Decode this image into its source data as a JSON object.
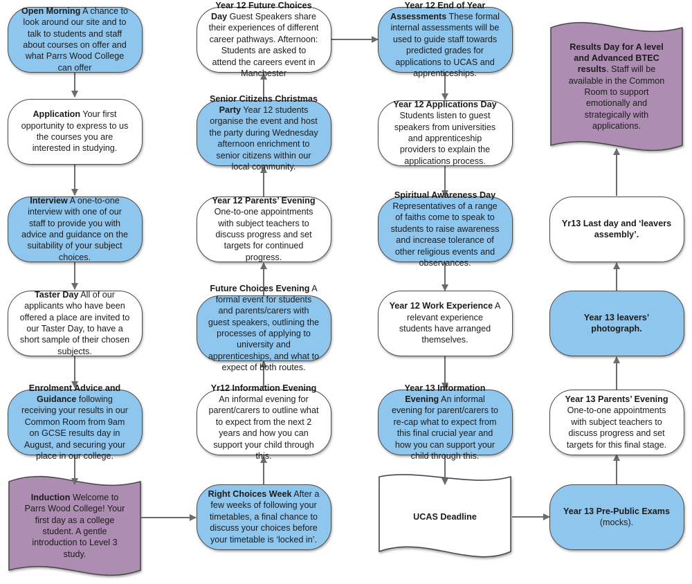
{
  "colors": {
    "blue": "#8fc6ee",
    "purple": "#ad8db2",
    "white": "#ffffff",
    "stroke": "#4a4a4a",
    "arrow": "#6b6b6b"
  },
  "nodes": [
    {
      "id": "open-morning",
      "title": "Open Morning",
      "text": "A chance to look around our site and to talk to students and staff about courses on offer and what Parrs Wood College can offer"
    },
    {
      "id": "application",
      "title": "Application",
      "text": "Your first opportunity to express to us the courses you are interested in studying."
    },
    {
      "id": "interview",
      "title": "Interview",
      "text": "A one-to-one interview with one of our staff to provide you with advice and guidance on the suitability of your subject choices."
    },
    {
      "id": "taster-day",
      "title": "Taster Day",
      "text": "All of our applicants who have been offered a place are invited to our Taster Day, to have a short sample of their chosen subjects."
    },
    {
      "id": "enrolment",
      "title": "Enrolment Advice and Guidance",
      "text": "following receiving your results in our Common Room from 9am on GCSE results day in August, and securing your place in our college."
    },
    {
      "id": "induction",
      "title": "Induction",
      "text": "Welcome to Parrs Wood College! Your first day as a college student. A gentle introduction to Level 3 study."
    },
    {
      "id": "right-choices-week",
      "title": "Right Choices Week",
      "text": "After a few weeks of following your timetables, a final chance to discuss your choices before your timetable is ‘locked in’."
    },
    {
      "id": "yr12-information-evening",
      "title": "Yr12 Information Evening",
      "text": "An informal evening for parent/carers to outline what to expect from the next 2 years and how you can support your child through this."
    },
    {
      "id": "future-choices-evening",
      "title": "Future Choices Evening",
      "text": "A formal event for students and parents/carers with guest speakers, outlining the processes of applying to university and apprenticeships, and what to expect of both routes."
    },
    {
      "id": "yr12-parents-evening",
      "title": "Year 12 Parents’ Evening",
      "text": "One-to-one appointments with subject teachers to discuss progress and set targets for continued progress."
    },
    {
      "id": "senior-citizens-party",
      "title": "Senior Citizens Christmas Party",
      "text": "Year 12 students organise the event and host the party during Wednesday afternoon enrichment to senior citizens within our local community."
    },
    {
      "id": "yr12-future-choices-day",
      "title": "Year 12 Future Choices Day",
      "text": "Guest Speakers share their experiences of different career pathways.  Afternoon: Students are asked to attend the careers event in Manchester"
    },
    {
      "id": "yr12-end-of-year-assessments",
      "title": "Year 12 End of Year Assessments",
      "text": "These formal internal assessments will be used to guide staff towards predicted grades for applications to UCAS and apprenticeships."
    },
    {
      "id": "yr12-applications-day",
      "title": "Year 12 Applications Day",
      "text": "Students listen to guest speakers from universities and apprenticeship providers to explain the applications process."
    },
    {
      "id": "spiritual-awareness-day",
      "title": "Spiritual Awareness Day",
      "text": "Representatives of a range of faiths come to speak to students to raise awareness and increase tolerance of other religious events and observances."
    },
    {
      "id": "yr12-work-experience",
      "title": "Year 12 Work Experience",
      "text": "A relevant experience students have arranged themselves."
    },
    {
      "id": "yr13-information-evening",
      "title": "Year 13 Information Evening",
      "text": "An informal evening for parent/carers to re-cap what to expect from this final crucial year and how you can support your child through this."
    },
    {
      "id": "ucas-deadline",
      "title": "UCAS Deadline",
      "text": ""
    },
    {
      "id": "yr13-pre-public-exams",
      "title": "Year 13 Pre-Public Exams",
      "text": "(mocks)."
    },
    {
      "id": "yr13-parents-evening",
      "title": "Year 13 Parents’ Evening",
      "text": "One-to-one appointments with subject teachers to discuss progress and set targets for this final stage."
    },
    {
      "id": "yr13-leavers-photograph",
      "title": "Year 13 leavers’ photograph.",
      "text": ""
    },
    {
      "id": "yr13-last-day",
      "title": "Yr13 Last day and ‘leavers assembly’.",
      "text": ""
    },
    {
      "id": "results-day",
      "title": "Results Day for A level and Advanced BTEC results",
      "text": ". Staff will be available in the Common Room to support emotionally and strategically with applications."
    }
  ]
}
